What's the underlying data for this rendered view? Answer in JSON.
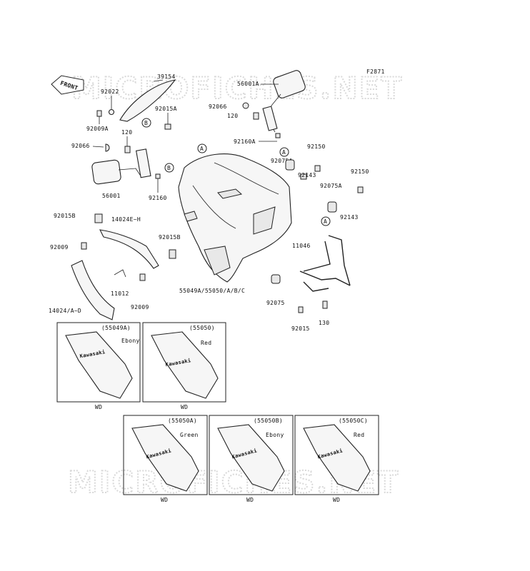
{
  "watermark": "MICROFICHES.NET",
  "figure_id": "F2871",
  "front_label": "FRONT",
  "callouts": {
    "A": "A",
    "B": "B"
  },
  "part_numbers": {
    "p39154": "39154",
    "p92022": "92022",
    "p92015A": "92015A",
    "p92009A": "92009A",
    "p120a": "120",
    "p92066a": "92066",
    "p56001": "56001",
    "p92160": "92160",
    "p56001A": "56001A",
    "p92066b": "92066",
    "p120b": "120",
    "p92160A": "92160A",
    "p92075A_a": "92075A",
    "p92150a": "92150",
    "p92143a": "92143",
    "p92150b": "92150",
    "p92075A_b": "92075A",
    "p92143b": "92143",
    "p92015B_a": "92015B",
    "p14024E": "14024E~H",
    "p92009a": "92009",
    "p92015B_b": "92015B",
    "p11012": "11012",
    "p92009b": "92009",
    "p14024": "14024/A~D",
    "p55049": "55049A/55050/A/B/C",
    "p11046": "11046",
    "p92075": "92075",
    "p92015": "92015",
    "p130": "130"
  },
  "variants": [
    {
      "code": "(55049A)",
      "color": "Ebony",
      "note": "WD"
    },
    {
      "code": "(55050)",
      "color": "Red",
      "note": "WD"
    },
    {
      "code": "(55050A)",
      "color": "Green",
      "note": "WD"
    },
    {
      "code": "(55050B)",
      "color": "Ebony",
      "note": "WD"
    },
    {
      "code": "(55050C)",
      "color": "Red",
      "note": "WD"
    }
  ],
  "brand_text": "Kawasaki"
}
